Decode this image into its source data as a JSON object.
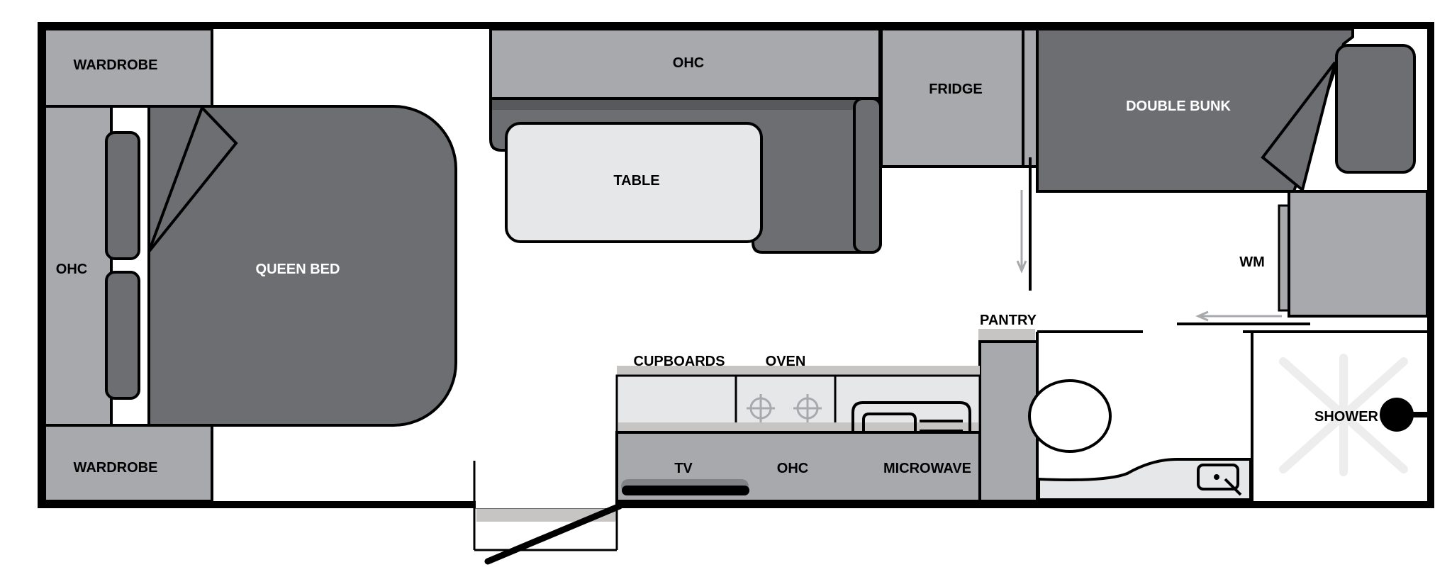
{
  "labels": {
    "wardrobe_top": "WARDROBE",
    "wardrobe_bottom": "WARDROBE",
    "ohc_left": "OHC",
    "queen_bed": "QUEEN BED",
    "ohc_top": "OHC",
    "table": "TABLE",
    "fridge": "FRIDGE",
    "double_bunk": "DOUBLE BUNK",
    "wm": "WM",
    "pantry": "PANTRY",
    "cupboards": "CUPBOARDS",
    "oven": "OVEN",
    "tv": "TV",
    "ohc_bottom": "OHC",
    "microwave": "MICROWAVE",
    "shower": "SHOWER"
  },
  "colors": {
    "outline": "#000000",
    "dark_gray": "#6d6e71",
    "mid_gray": "#a7a9ac",
    "light_gray": "#e6e7e8",
    "shadow": "#c7c4c4",
    "background": "#ffffff"
  }
}
